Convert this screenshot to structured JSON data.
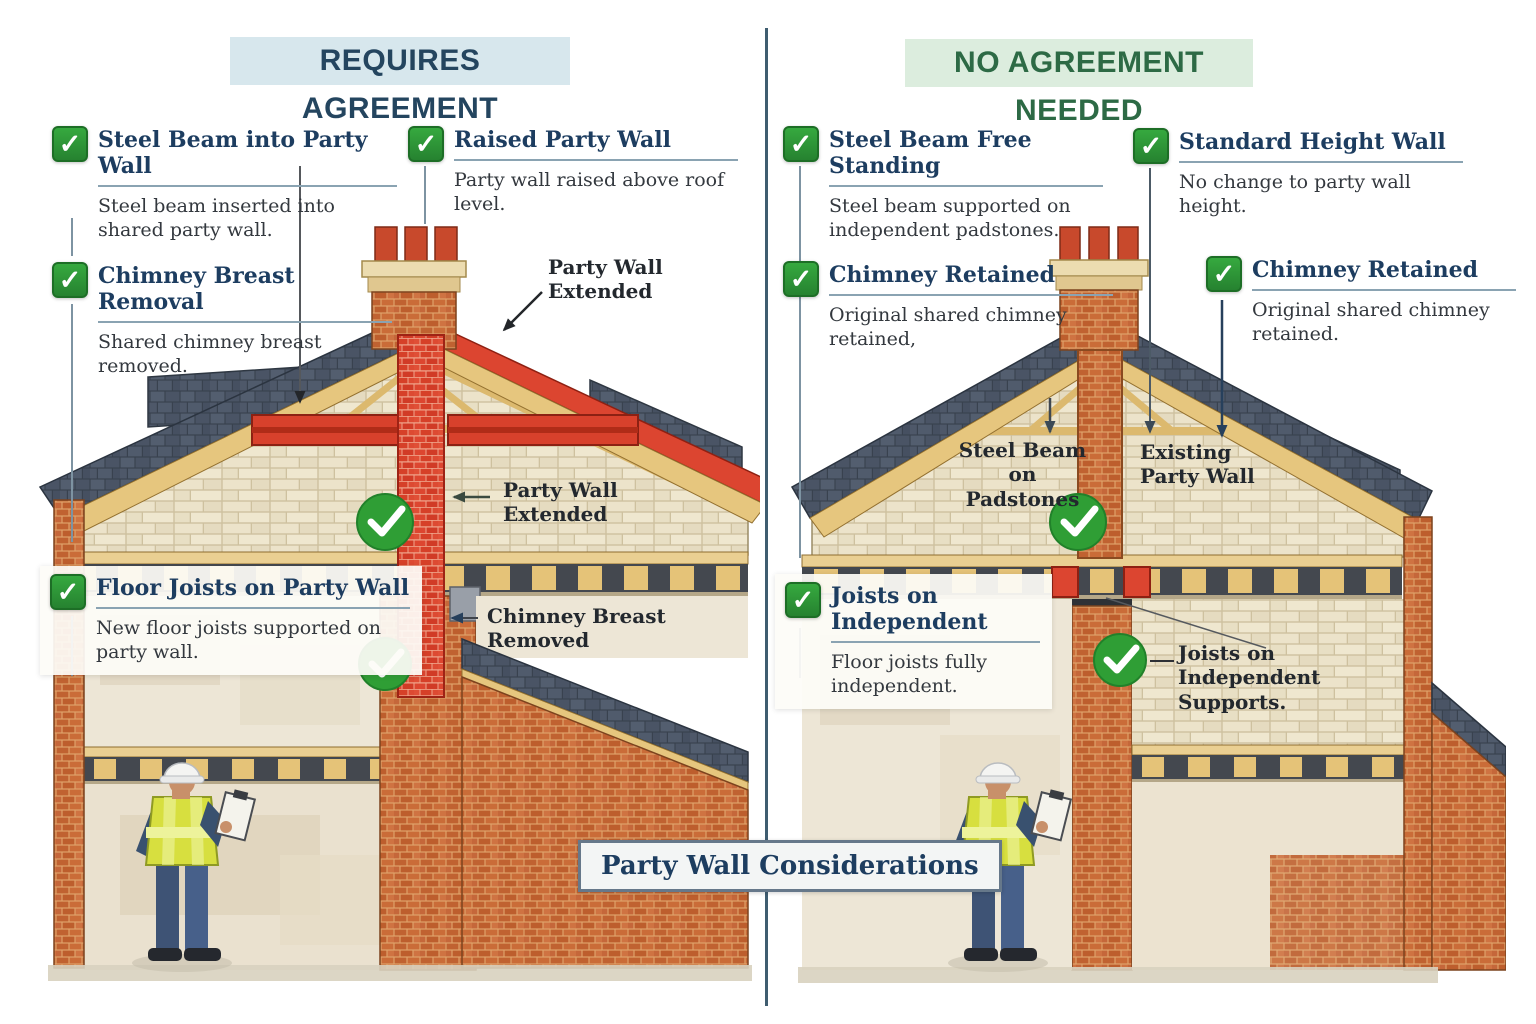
{
  "icons": {
    "check": "✓"
  },
  "colors": {
    "check_green": "#2e9d38",
    "steel_red": "#d63b28",
    "navy_heading": "#1d3d60",
    "header_left_bg": "#d7e7ed",
    "header_right_bg": "#dcedde",
    "header_right_text": "#2d6a45",
    "divider": "#3f5d70"
  },
  "title_box": {
    "label": "Party Wall Considerations"
  },
  "left_panel": {
    "header": "REQUIRES AGREEMENT",
    "callouts": [
      {
        "title": "Steel Beam into Party Wall",
        "desc": "Steel beam inserted into shared party wall."
      },
      {
        "title": "Raised Party Wall",
        "desc": "Party wall raised above roof level."
      },
      {
        "title": "Chimney Breast Removal",
        "desc": "Shared chimney breast removed."
      },
      {
        "title": "Floor Joists on Party Wall",
        "desc": "New floor joists supported on party wall."
      }
    ],
    "diagram_labels": [
      {
        "text": "Party Wall Extended"
      },
      {
        "text": "Party Wall Extended"
      },
      {
        "text": "Chimney Breast Removed"
      }
    ]
  },
  "right_panel": {
    "header": "NO AGREEMENT NEEDED",
    "callouts": [
      {
        "title": "Steel Beam Free Standing",
        "desc": "Steel beam supported on independent padstones."
      },
      {
        "title": "Standard Height Wall",
        "desc": "No change to party wall height."
      },
      {
        "title": "Chimney Retained",
        "desc": "Original shared chimney retained,"
      },
      {
        "title": "Chimney Retained",
        "desc": "Original shared chimney retained."
      },
      {
        "title": "Joists on Independent",
        "desc": "Floor joists fully independent."
      }
    ],
    "diagram_labels": [
      {
        "text": "Steel Beam on Padstones"
      },
      {
        "text": "Existing Party Wall"
      },
      {
        "text": "Joists on Independent Supports."
      }
    ]
  }
}
